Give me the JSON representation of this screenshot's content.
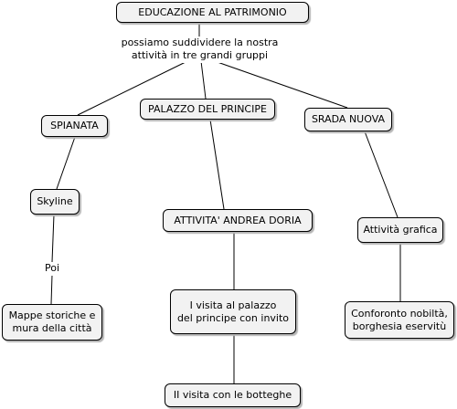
{
  "nodes": {
    "root": "EDUCAZIONE AL PATRIMONIO",
    "spianata": "SPIANATA",
    "palazzo": "PALAZZO DEL PRINCIPE",
    "strada": "SRADA NUOVA",
    "skyline": "Skyline",
    "attivita_doria": "ATTIVITA' ANDREA DORIA",
    "attivita_grafica": "Attività grafica",
    "mappe": "Mappe storiche e\nmura della città",
    "visita1": "I visita al palazzo\ndel principe con invito",
    "visita2": "II visita con le botteghe",
    "confronto": "Conforonto nobiltà,\nborghesia eservitù"
  },
  "links": {
    "groups": "possiamo suddividere la nostra\nattività in tre grandi gruppi",
    "poi": "Poi"
  }
}
